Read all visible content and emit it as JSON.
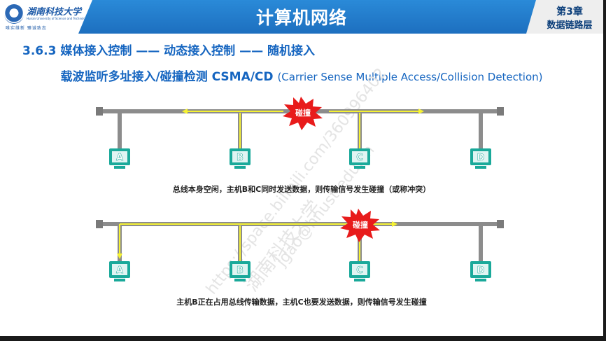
{
  "header": {
    "university_cn": "湖南科技大学",
    "university_en": "Hunan University of Science and Technology",
    "motto": "唯实维新  臻诚致志",
    "title": "计算机网络",
    "chapter_num": "第3章",
    "chapter_name": "数据链路层"
  },
  "section_title": "3.6.3 媒体接入控制 —— 动态接入控制 —— 随机接入",
  "subtitle": {
    "main": "载波监听多址接入/碰撞检测 CSMA/CD ",
    "paren": "(Carrier Sense Multiple Access/Collision Detection)"
  },
  "watermark": {
    "line1": "湖南科技大学",
    "line2": "https://space.bilibili.com/360996402",
    "line3": "jgao@hnust.edu.cn"
  },
  "diagrams": [
    {
      "hosts": [
        "A",
        "B",
        "C",
        "D"
      ],
      "collision_label": "碰撞",
      "caption": "总线本身空闲，主机B和C同时发送数据，则传输信号发生碰撞（或称冲突）"
    },
    {
      "hosts": [
        "A",
        "B",
        "C",
        "D"
      ],
      "collision_label": "碰撞",
      "caption": "主机B正在占用总线传输数据，主机C也要发送数据，则传输信号发生碰撞"
    }
  ],
  "colors": {
    "header_blue": "#1d6fbf",
    "title_blue": "#1565c0",
    "bus_gray": "#8c8c8c",
    "host_teal": "#1aa99a",
    "signal_yellow": "#f5f232",
    "collision_red": "#e81b1b"
  }
}
